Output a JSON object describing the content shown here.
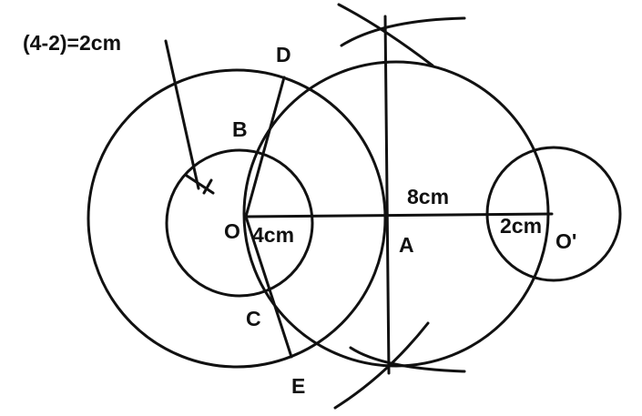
{
  "labels": {
    "formula": "(4-2)=2cm",
    "D": "D",
    "B": "B",
    "O": "O",
    "r4": "4cm",
    "A": "A",
    "d8": "8cm",
    "r2": "2cm",
    "O_prime": "O'",
    "C": "C",
    "E": "E"
  },
  "colors": {
    "ink": "#111111",
    "background": "#ffffff"
  }
}
